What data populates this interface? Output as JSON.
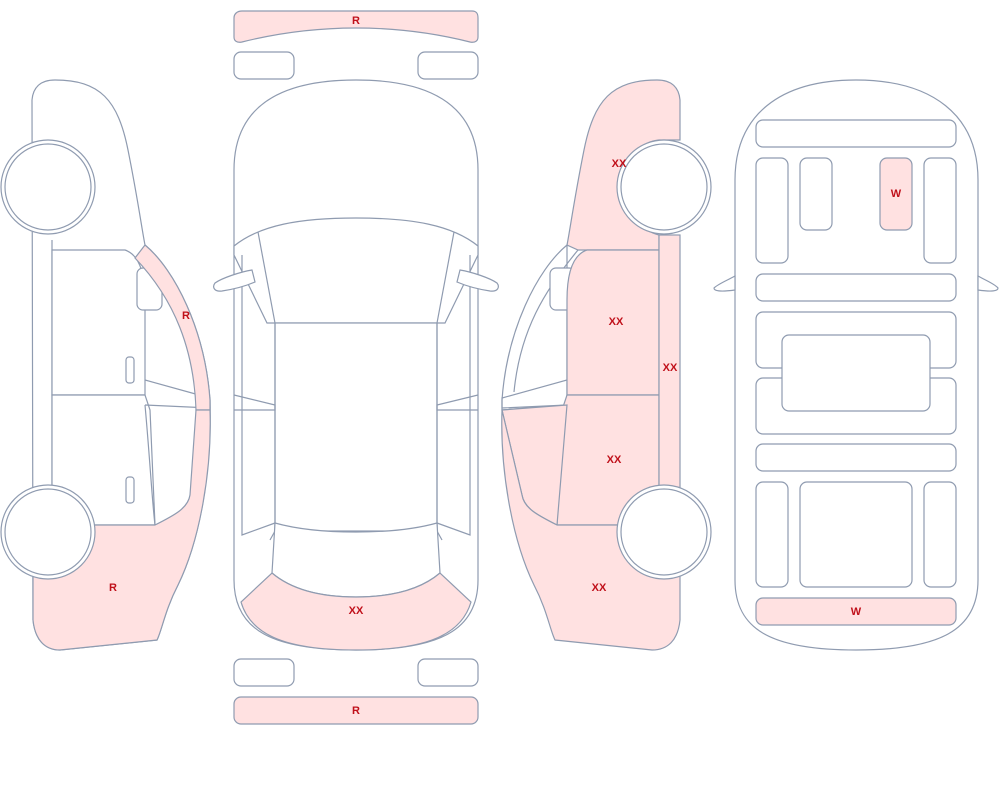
{
  "damage_color": "#ffe1e1",
  "label_color": "#c0101a",
  "outline_color": "#8f9bb0",
  "views": {
    "left_side": {
      "rear_fender": "R",
      "rear_quarter": "R"
    },
    "top_front": {
      "front_bumper": "R",
      "hood": "XX",
      "rear_bumper": "R"
    },
    "right_side": {
      "front_fender": "XX",
      "front_door": "XX",
      "rocker_panel": "XX",
      "rear_door": "XX",
      "rear_quarter": "XX"
    },
    "interior": {
      "seat_rear_right": "W",
      "trunk_floor": "W"
    }
  }
}
